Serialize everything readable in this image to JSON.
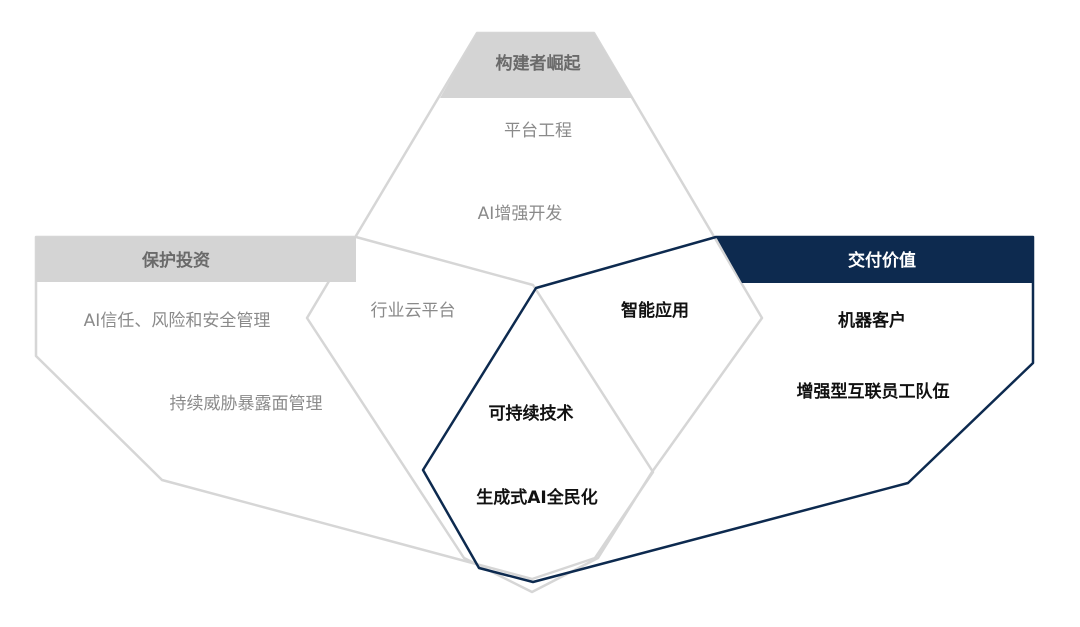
{
  "colors": {
    "gray_outline": "#d6d6d6",
    "gray_header": "#d4d4d4",
    "gray_text": "#8a8a8a",
    "navy": "#0d2a4f",
    "white": "#ffffff",
    "dark_text": "#111111"
  },
  "groups": {
    "builders": {
      "title": "构建者崛起",
      "items": [
        "平台工程",
        "AI增强开发"
      ]
    },
    "protect": {
      "title": "保护投资",
      "items": [
        "AI信任、风险和安全管理",
        "持续威胁暴露面管理"
      ]
    },
    "deliver": {
      "title": "交付价值",
      "items": [
        "机器客户",
        "增强型互联员工队伍"
      ]
    }
  },
  "overlaps": {
    "builders_protect": "行业云平台",
    "builders_deliver": "智能应用",
    "protect_deliver": [
      "可持续技术",
      "生成式AI全民化"
    ]
  }
}
